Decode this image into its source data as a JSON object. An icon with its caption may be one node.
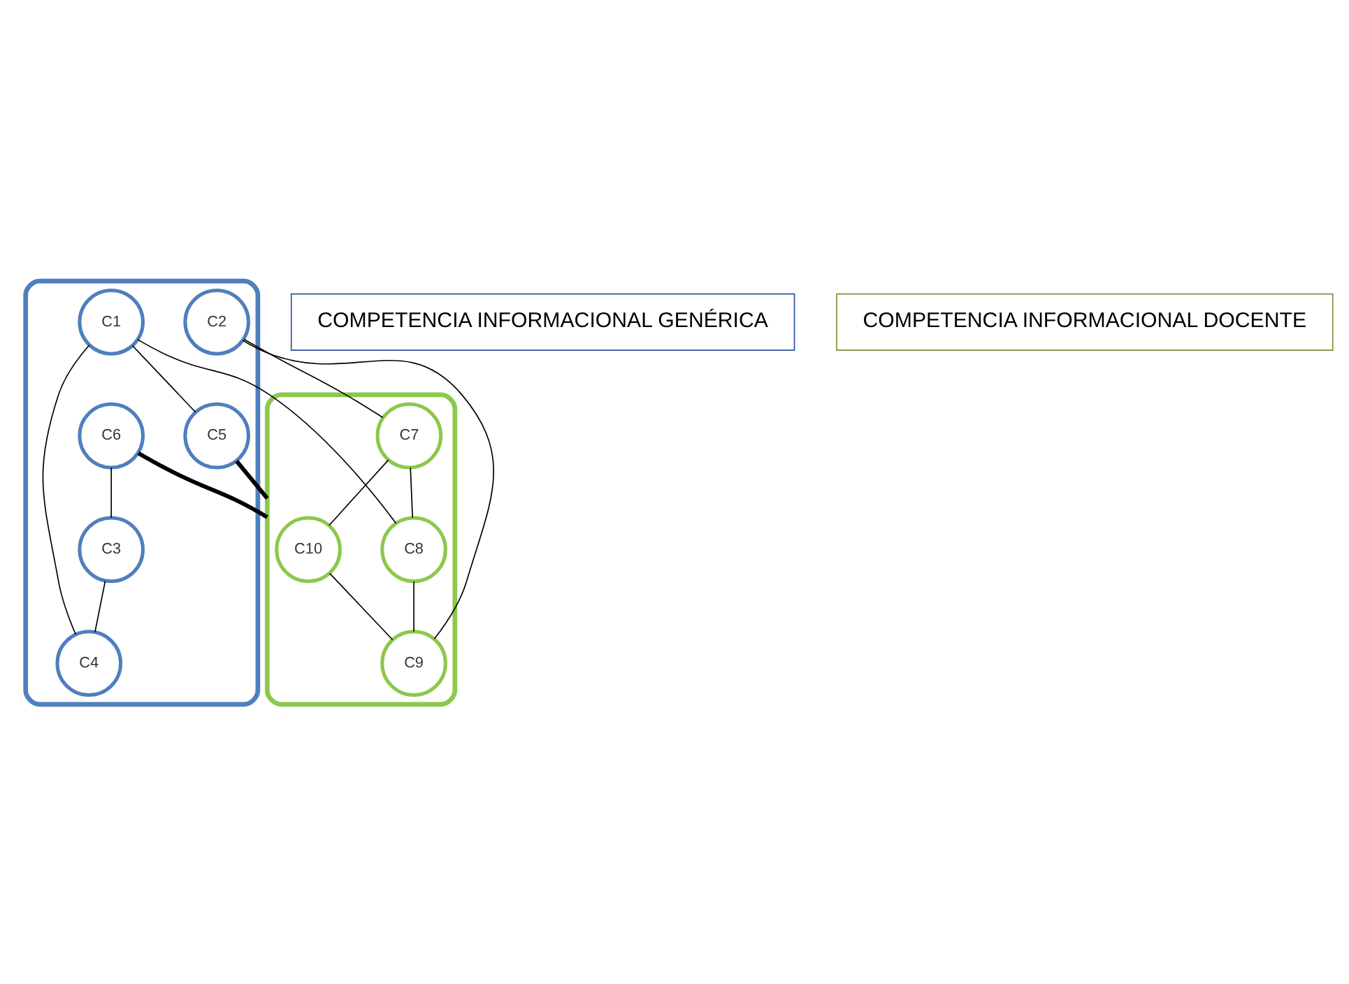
{
  "diagram": {
    "nodes": [
      {
        "text": [],
        "shape": "ellipse"
      },
      {
        "text": [
          "C1"
        ],
        "in": 0
      },
      {
        "text": [
          "C2"
        ],
        "in": 0
      },
      {
        "text": [
          "C6"
        ],
        "in": 0
      },
      {
        "text": [
          "C3"
        ],
        "in": 0
      },
      {
        "text": [
          "C5"
        ],
        "in": 0
      },
      {
        "text": [
          "C4"
        ],
        "in": 0
      },
      {
        "text": [],
        "shape": "ellipse"
      },
      {
        "text": [
          "C7"
        ],
        "in": 7
      },
      {
        "text": [
          "C8"
        ],
        "in": 7
      },
      {
        "text": [
          "C10"
        ],
        "in": 7
      },
      {
        "text": [
          "C9"
        ],
        "in": 7
      },
      {
        "text": [
          "COMPETENCIA INFORMACIONAL GENÉRICA"
        ]
      },
      {
        "text": [
          "COMPETENCIA INFORMACIONAL DOCENTE"
        ]
      }
    ],
    "edges": [
      {
        "from": 1,
        "to": 9,
        "arrow": "none"
      },
      {
        "from": 1,
        "to": 6,
        "arrow": "none"
      },
      {
        "from": 1,
        "to": 5,
        "arrow": "none"
      },
      {
        "from": 2,
        "to": 8,
        "arrow": "none"
      },
      {
        "from": 2,
        "to": 11,
        "arrow": "none"
      },
      {
        "from": 3,
        "to": 4,
        "arrow": "none"
      },
      {
        "from": 4,
        "to": 6,
        "arrow": "none"
      },
      {
        "from": 3,
        "to": 7,
        "arrow": "none",
        "style": "thick"
      },
      {
        "from": 5,
        "to": 7,
        "arrow": "none",
        "style": "thick"
      },
      {
        "from": 8,
        "to": 9,
        "arrow": "none"
      },
      {
        "from": 8,
        "to": 10,
        "arrow": "none"
      },
      {
        "from": 9,
        "to": 11,
        "arrow": "none"
      },
      {
        "from": 10,
        "to": 11,
        "arrow": "none"
      }
    ]
  }
}
